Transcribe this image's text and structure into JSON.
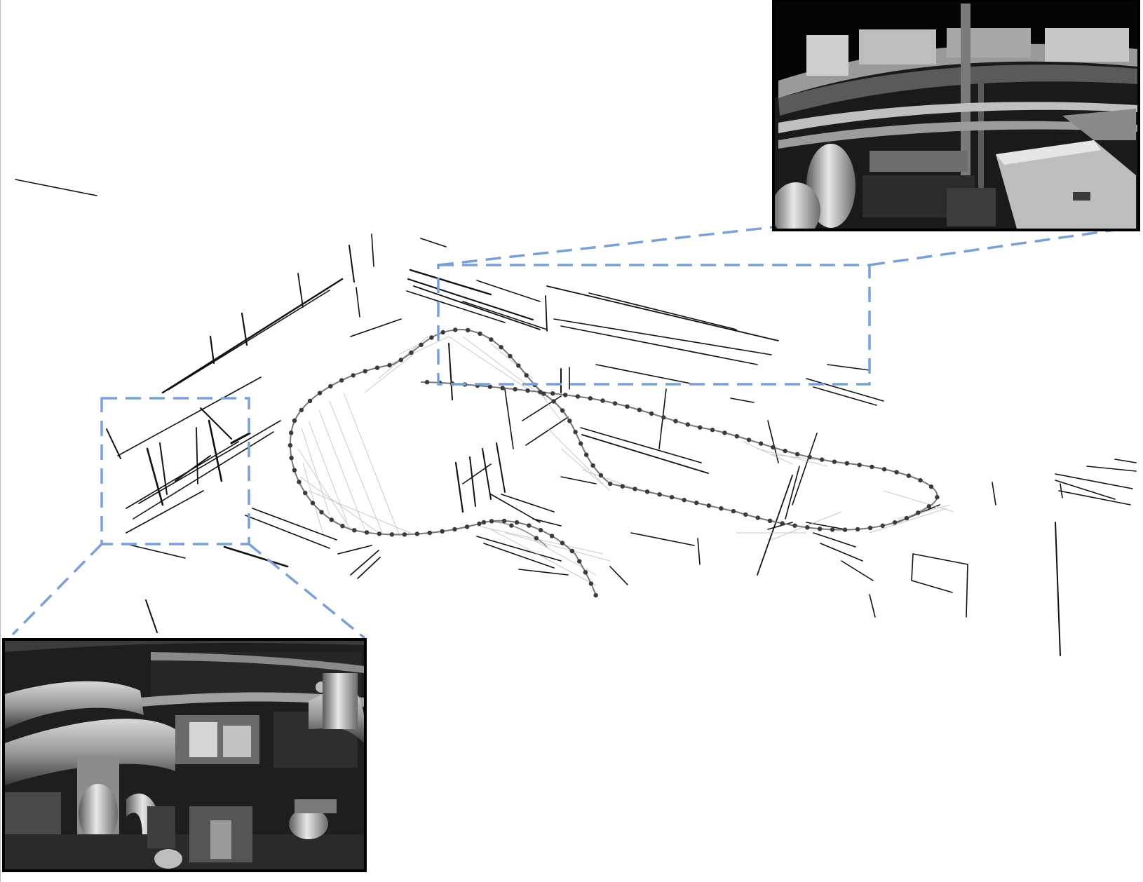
{
  "figure": {
    "description_visible_text": "",
    "colors": {
      "background": "#ffffff",
      "map_lines": "#111111",
      "trajectory_links": "#b8b8b8",
      "camera_markers": "#333333",
      "zoom_box": "#7aa0d6",
      "inset_border": "#000000"
    }
  },
  "elements": {
    "map": "line-map",
    "trajectory": "camera-trajectory",
    "insets": [
      "inset-top-right",
      "inset-bottom-left"
    ],
    "zoom_boxes": [
      "zoom-box-left",
      "zoom-box-right"
    ]
  }
}
